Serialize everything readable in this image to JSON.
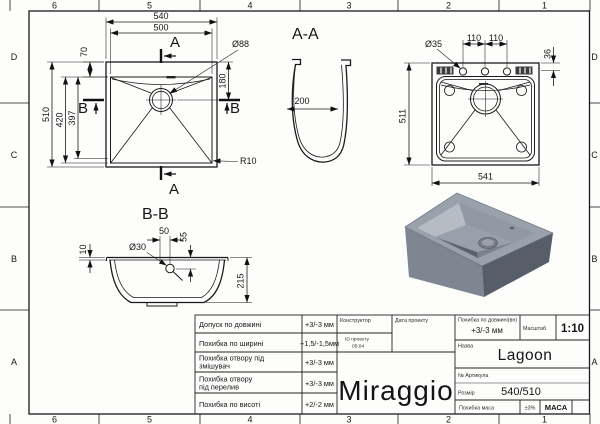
{
  "sheet": {
    "zone_columns": [
      "6",
      "5",
      "4",
      "3",
      "2",
      "1"
    ],
    "zone_rows": [
      "D",
      "C",
      "B",
      "A"
    ]
  },
  "views": {
    "top": {
      "cut_a": "A",
      "cut_b": "B",
      "d540": "540",
      "d500": "500",
      "d70": "70",
      "d88": "Ø88",
      "d510": "510",
      "d420": "420",
      "d397": "397",
      "d180": "180",
      "r10": "R10"
    },
    "aa": {
      "title": "A-A",
      "d200": "200",
      "d35": "Ø35",
      "d110a": "110",
      "d110b": "110",
      "d36": "36",
      "d511": "511",
      "d541": "541"
    },
    "bb": {
      "title": "B-B",
      "d50": "50",
      "d55": "55",
      "d30": "Ø30",
      "d10": "10",
      "d215": "215"
    }
  },
  "title_block": {
    "tolerances": [
      {
        "label": "Допуск по довжині",
        "label2": "",
        "value": "+3/-3 мм"
      },
      {
        "label": "Похибка по ширині",
        "label2": "",
        "value": "+1,5/-1,5мм"
      },
      {
        "label": "Похибка отвору під",
        "label2": "змішувач",
        "value": "+3/-3 мм"
      },
      {
        "label": "Похибка отвору",
        "label2": "під перелив",
        "value": "+3/-3 мм"
      },
      {
        "label": "Похибка по висоті",
        "label2": "",
        "value": "+2/-2 мм"
      }
    ],
    "constructor_label": "Конструктор",
    "date_label": "Дата проекту",
    "project_id_label": "ID проекту",
    "project_id_value": "05.04",
    "brand": "Miraggio",
    "length_tol_label": "Похибка по довжині(вн)",
    "length_tol_value": "+3/-3 мм",
    "scale_label": "Масштаб",
    "scale_value": "1:10",
    "name_label": "Назва",
    "name_value": "Lagoon",
    "article_label": "№ Артикула",
    "size_label": "Розмір",
    "size_value": "540/510",
    "mass_tol_label": "Похибка маса",
    "mass_tol_value": "±3%",
    "mass_label": "МАСА"
  },
  "render": {
    "colors": {
      "rim": "#99a1ab",
      "wall_lt": "#b6bcc4",
      "wall_tr": "#9099a4",
      "wall_rb": "#7b828e",
      "wall_bl": "#5a6270",
      "bottom": "#98a0aa",
      "face_front": "#7e8691",
      "face_right": "#575e69",
      "drain_outer": "#767d88",
      "drain_inner": "#9ba1aa",
      "overflow": "#5f6671"
    }
  }
}
